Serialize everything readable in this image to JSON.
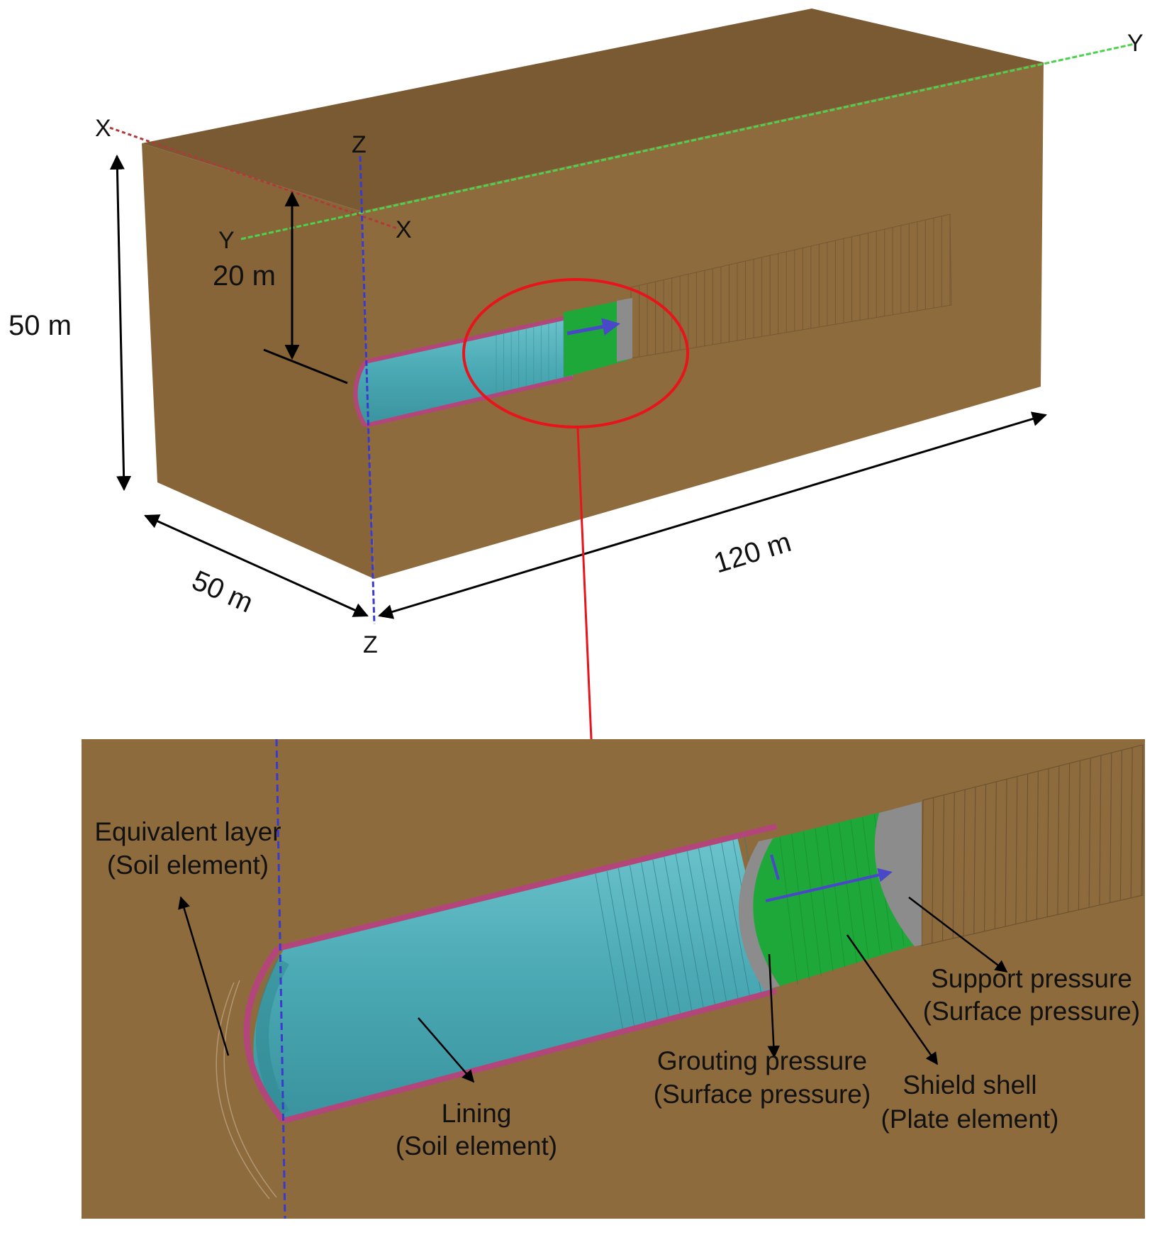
{
  "top_view": {
    "axes": {
      "x_start": "X",
      "x_end": "X",
      "y_start": "Y",
      "y_end": "Y",
      "z_top": "Z",
      "z_bottom": "Z"
    },
    "dimensions": {
      "height": "50 m",
      "depth": "20 m",
      "width": "50 m",
      "length": "120 m"
    }
  },
  "detail_view": {
    "labels": {
      "equivalent_layer": "Equivalent layer",
      "equivalent_layer_type": "(Soil element)",
      "lining": "Lining",
      "lining_type": "(Soil element)",
      "grouting_pressure": "Grouting pressure",
      "grouting_pressure_type": "(Surface pressure)",
      "shield_shell": "Shield shell",
      "shield_shell_type": "(Plate element)",
      "support_pressure": "Support pressure",
      "support_pressure_type": "(Surface pressure)"
    }
  },
  "colors": {
    "soil_top": "#7a5a32",
    "soil_front": "#8e6b3d",
    "soil_side": "#876538",
    "lining": "#4aa9b4",
    "lining_edge": "#b2467a",
    "shield": "#1fa83a",
    "face": "#8c8c8c",
    "highlight": "#e8141c",
    "x_axis": "#b03a3a",
    "y_axis": "#4cd24c",
    "z_axis": "#3a3acc"
  }
}
